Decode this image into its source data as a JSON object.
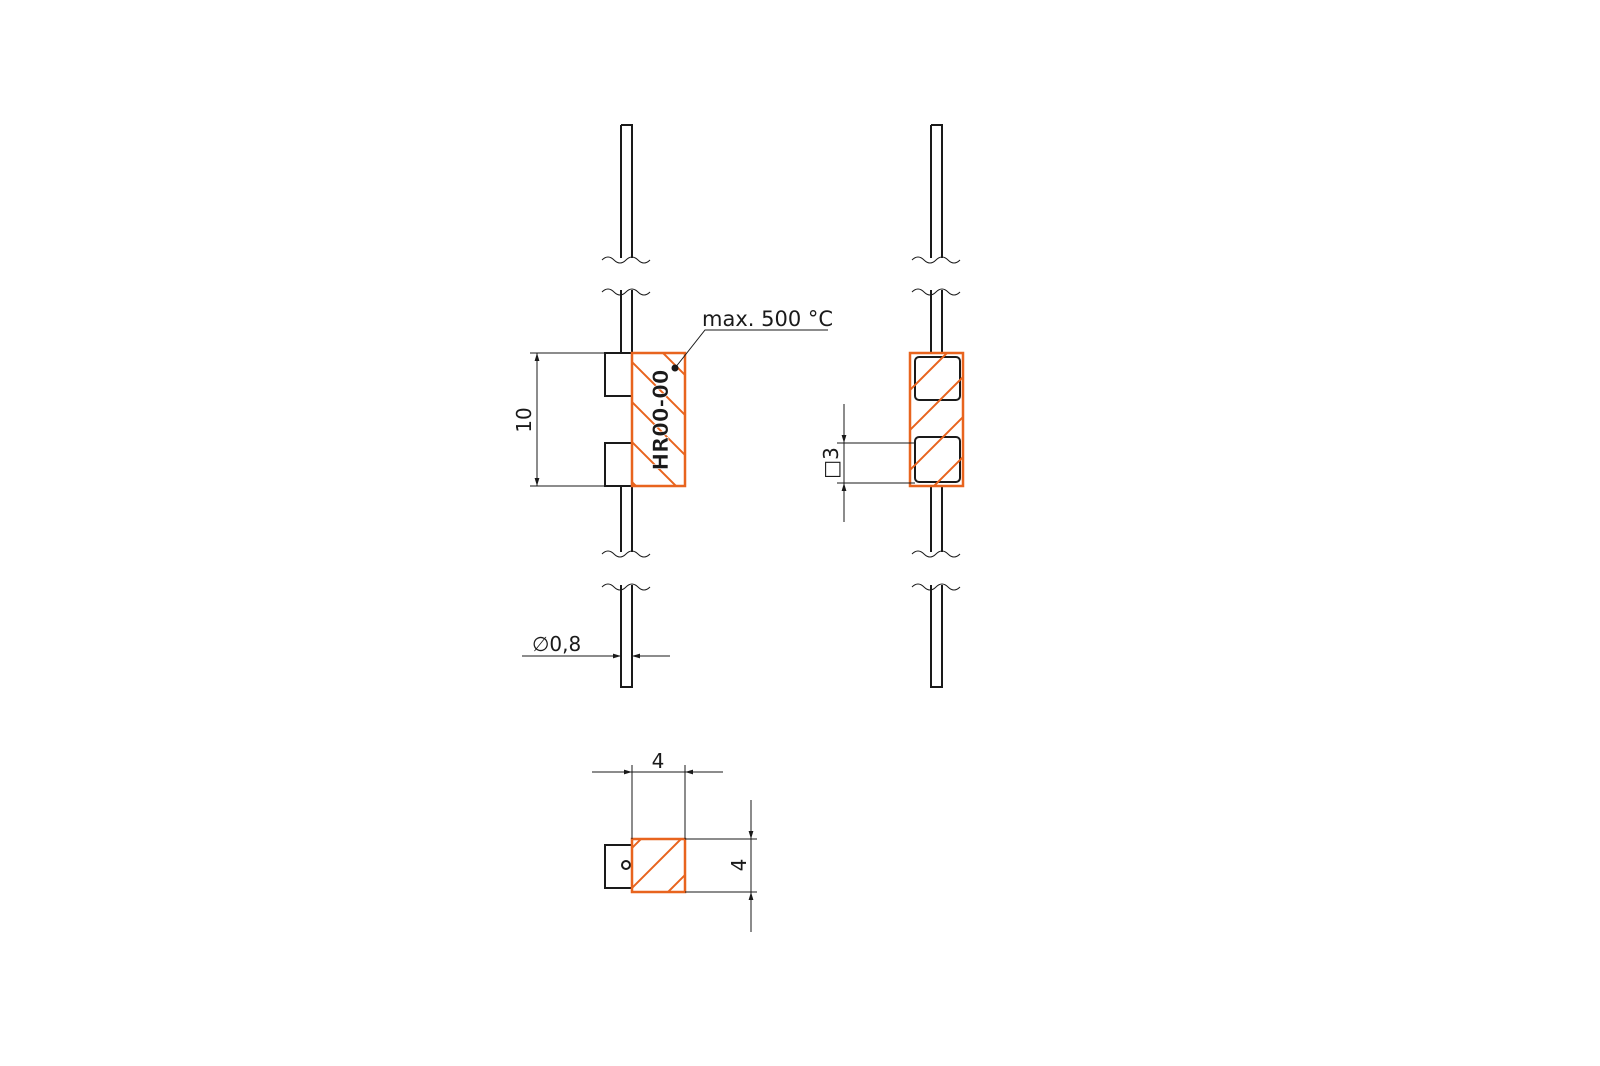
{
  "drawing": {
    "temperature_note": "max. 500 °C",
    "marking": "HR00-00",
    "dim_length": "10",
    "dim_wire_diameter": "∅0,8",
    "dim_square": "□3",
    "dim_width": "4",
    "dim_height": "4"
  },
  "colors": {
    "accent": "#e8641e",
    "line": "#1a1a1a"
  }
}
